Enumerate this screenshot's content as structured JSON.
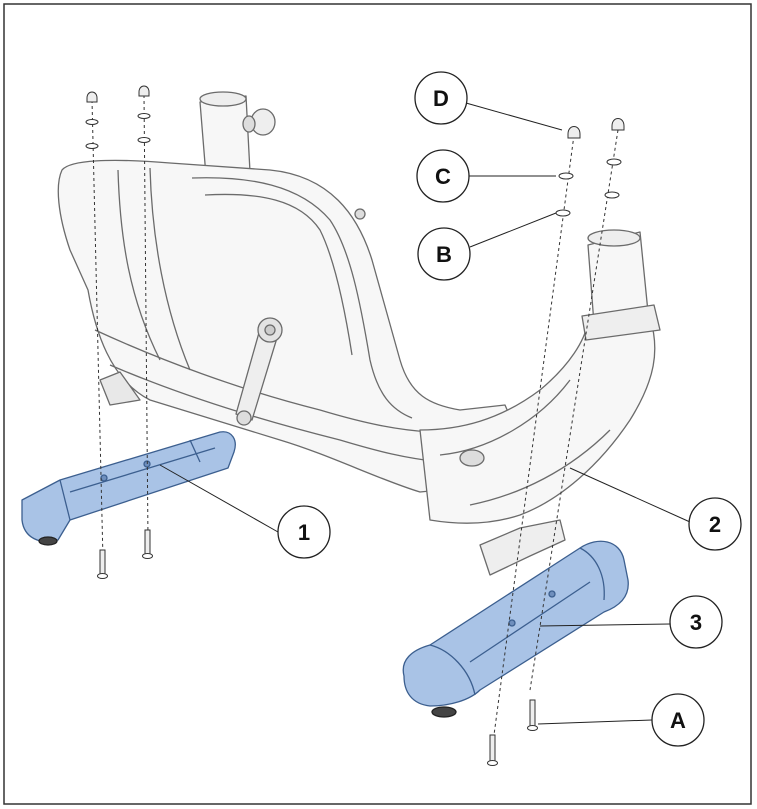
{
  "figure": {
    "colors": {
      "frame_border": "#333333",
      "body_fill": "#f7f7f7",
      "body_line": "#6b6b6b",
      "stabilizer_fill": "#a9c3e6",
      "stabilizer_line": "#3c5f8f",
      "callout_fill": "#ffffff",
      "callout_line": "#222222"
    },
    "callouts": [
      {
        "id": "D",
        "label": "D"
      },
      {
        "id": "C",
        "label": "C"
      },
      {
        "id": "B",
        "label": "B"
      },
      {
        "id": "1",
        "label": "1"
      },
      {
        "id": "2",
        "label": "2"
      },
      {
        "id": "3",
        "label": "3"
      },
      {
        "id": "A",
        "label": "A"
      }
    ],
    "icons": {
      "frame": "bike-frame-icon",
      "front_stabilizer": "front-stabilizer-icon",
      "rear_stabilizer": "rear-stabilizer-icon",
      "bolt": "bolt-icon",
      "nut": "acorn-nut-icon",
      "washer": "washer-icon"
    }
  }
}
